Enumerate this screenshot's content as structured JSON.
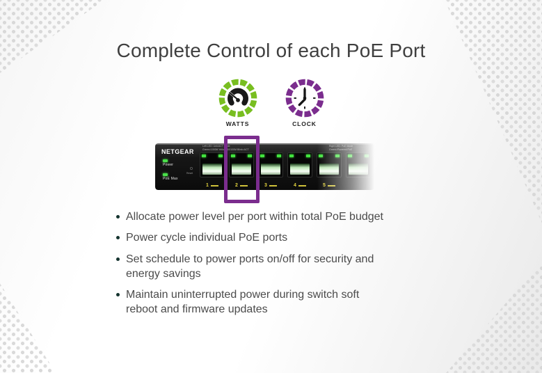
{
  "page": {
    "title": "Complete Control of each PoE Port"
  },
  "colors": {
    "green": "#78be20",
    "purple": "#7b2d8e",
    "yellow": "#e3d43e",
    "text": "#4b4b4b"
  },
  "icons": {
    "watts": {
      "label": "WATTS"
    },
    "clock": {
      "label": "CLOCK"
    }
  },
  "switch": {
    "brand": "NETGEAR",
    "power_label": "Power",
    "poe_max_label": "PoE Max",
    "reset_label": "Reset",
    "legend_left": "Left LED: Link/ACT Mode\nGreen=1000M Yellow=10/100M Blink=ACT",
    "legend_right": "Right LED: PoE Mode\nGreen=Powered PoE",
    "port_numbers": [
      "1",
      "2",
      "3",
      "4",
      "5"
    ]
  },
  "bullets": [
    "Allocate power level per port within total PoE budget",
    "Power cycle individual PoE ports",
    "Set schedule to power ports on/off for security and\nenergy savings",
    "Maintain uninterrupted power during switch soft\nreboot and firmware updates"
  ]
}
